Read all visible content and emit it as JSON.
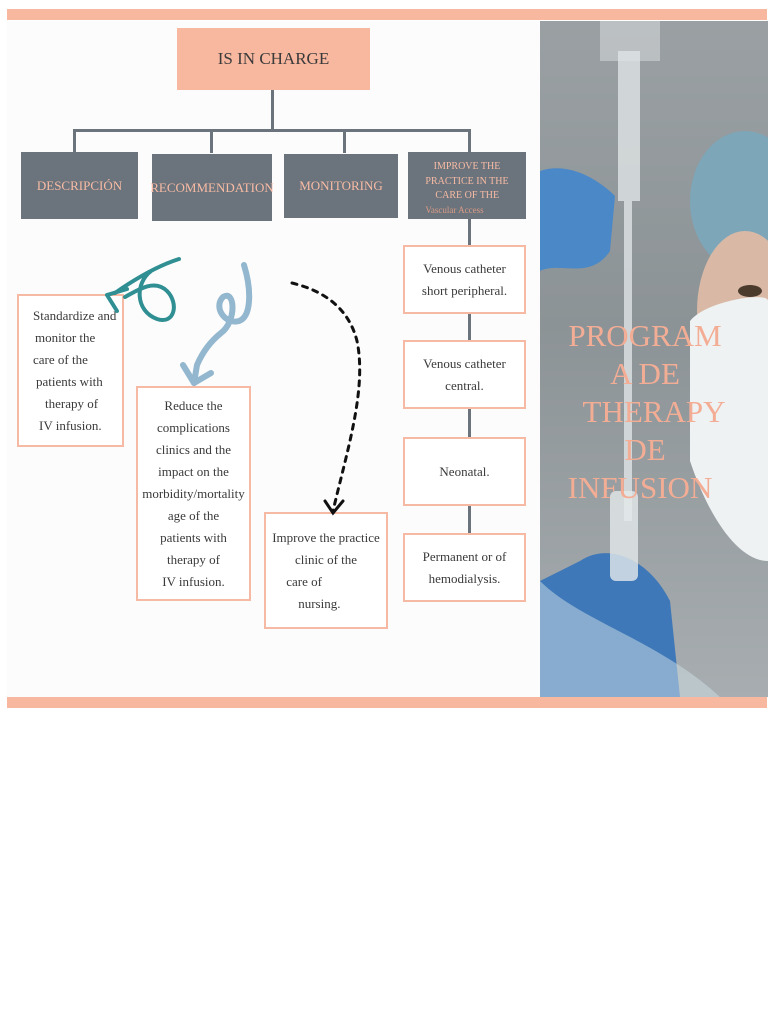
{
  "colors": {
    "accent_peach": "#f8b8a0",
    "node_gray": "#6b737c",
    "title_peach": "#f4ad95",
    "arrow_teal": "#2f8f93",
    "arrow_blue": "#93b7cf"
  },
  "diagram": {
    "root": "IS IN CHARGE",
    "categories": [
      {
        "label": "DESCRIPCIÓN"
      },
      {
        "label": "RECOMMENDATION"
      },
      {
        "label": "MONITORING"
      },
      {
        "label_lines": [
          "IMPROVE THE",
          "PRACTICE IN THE",
          "CARE OF THE",
          "Vascular Access"
        ]
      }
    ],
    "outcomes": [
      {
        "lines": [
          "Standardize and",
          "monitor the",
          "care of the",
          "patients with",
          "therapy of",
          "IV infusion."
        ]
      },
      {
        "lines": [
          "Reduce the",
          "complications",
          "clinics and the",
          "impact on the",
          "morbidity/mortality",
          "age of the",
          "patients with",
          "therapy of",
          "IV infusion."
        ]
      },
      {
        "lines": [
          "Improve the practice",
          "clinic of the",
          "care of",
          "nursing."
        ]
      }
    ],
    "access_types": [
      {
        "lines": [
          "Venous catheter",
          "short peripheral."
        ]
      },
      {
        "lines": [
          "Venous catheter",
          "central."
        ]
      },
      {
        "lines": [
          "Neonatal."
        ]
      },
      {
        "lines": [
          "Permanent or of",
          "hemodialysis."
        ]
      }
    ]
  },
  "cover": {
    "title_lines": [
      "PROGRAM",
      "A DE",
      "THERAPY",
      "DE",
      "INFUSION"
    ]
  }
}
